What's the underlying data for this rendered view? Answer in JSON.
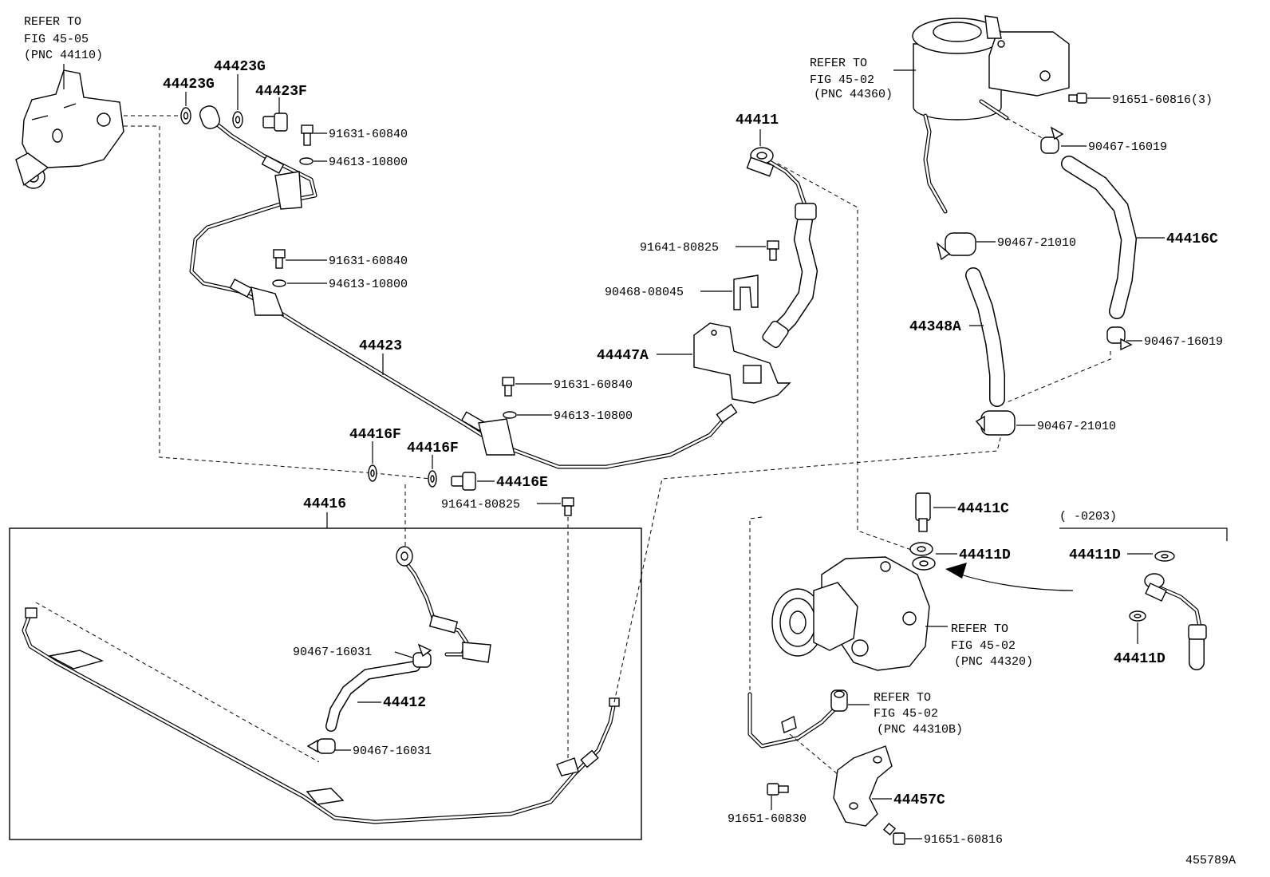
{
  "labels": {
    "ref_45_05": [
      "REFER TO",
      "FIG 45-05",
      "(PNC 44110)"
    ],
    "ref_45_02_44360": [
      "REFER TO",
      "FIG 45-02",
      "(PNC 44360)"
    ],
    "ref_45_02_44320": [
      "REFER TO",
      "FIG 45-02",
      "(PNC 44320)"
    ],
    "ref_45_02_44310b": [
      "REFER TO",
      "FIG 45-02",
      "(PNC 44310B)"
    ],
    "p44423G_a": "44423G",
    "p44423G_b": "44423G",
    "p44423F": "44423F",
    "p91631_1": "91631-60840",
    "p94613_1": "94613-10800",
    "p91631_2": "91631-60840",
    "p94613_2": "94613-10800",
    "p44423": "44423",
    "p91631_3": "91631-60840",
    "p94613_3": "94613-10800",
    "p44416F_a": "44416F",
    "p44416F_b": "44416F",
    "p44416E": "44416E",
    "p91641_a": "91641-80825",
    "p44416": "44416",
    "p90467_16031_a": "90467-16031",
    "p44412": "44412",
    "p90467_16031_b": "90467-16031",
    "p44411": "44411",
    "p91641_b": "91641-80825",
    "p90468": "90468-08045",
    "p44447A": "44447A",
    "p91651_60816_3": "91651-60816(3)",
    "p90467_16019_a": "90467-16019",
    "p90467_21010_a": "90467-21010",
    "p44416C": "44416C",
    "p44348A": "44348A",
    "p90467_16019_b": "90467-16019",
    "p90467_21010_b": "90467-21010",
    "p44411C": "44411C",
    "p44411D_a": "44411D",
    "p44411D_b": "44411D",
    "p44411D_c": "44411D",
    "p0203": "(      -0203)",
    "p44457C": "44457C",
    "p91651_60830": "91651-60830",
    "p91651_60816": "91651-60816",
    "diagram_id": "455789A"
  }
}
